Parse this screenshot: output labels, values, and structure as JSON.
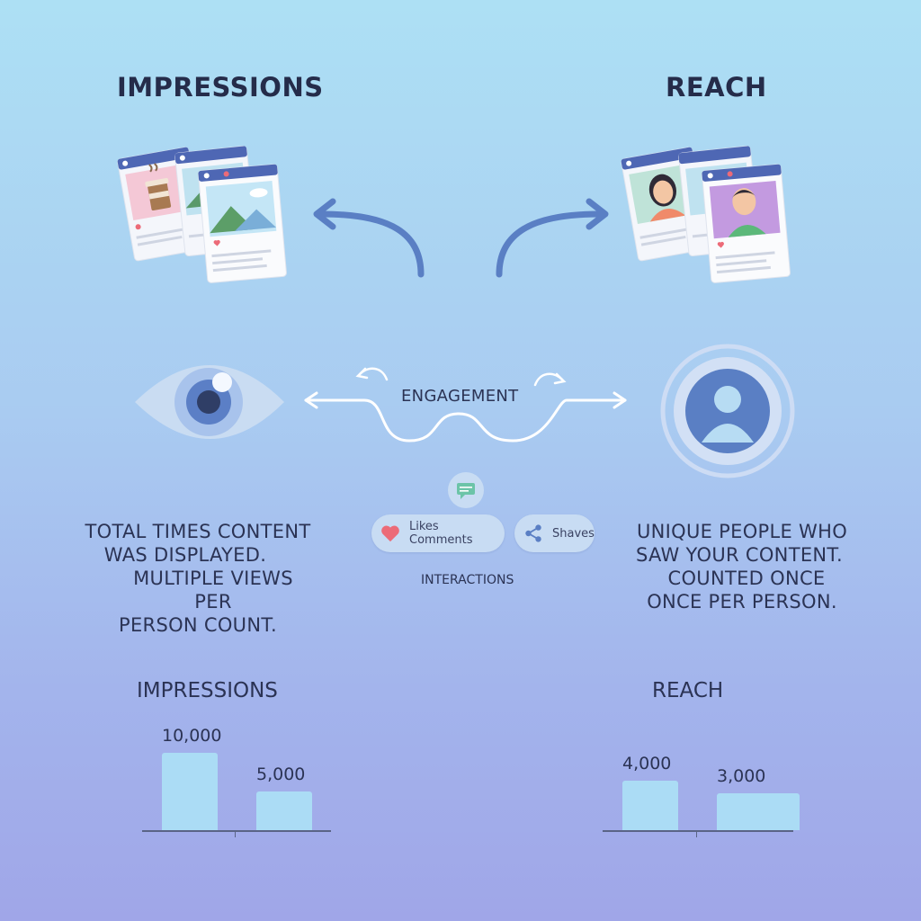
{
  "headings": {
    "impressions": "IMPRESSIONS",
    "reach": "REACH"
  },
  "engagement": {
    "label": "ENGAGEMENT",
    "interactions": "INTERACTIONS"
  },
  "pills": {
    "likes_comments": "Likes Comments",
    "shares": "Shaves"
  },
  "descriptions": {
    "impressions": [
      "TOTAL TIMES CONTENT",
      "WAS DISPLAYED.",
      "MULTIPLE VIEWS PER",
      "PERSON COUNT."
    ],
    "reach": [
      "UNIQUE PEOPLE WHO",
      "SAW YOUR CONTENT.",
      "COUNTED ONCE",
      "ONCE PER PERSON."
    ]
  },
  "colors": {
    "accent_blue": "#5a7fc4",
    "card_header": "#4e67b4",
    "heart": "#ec6b78",
    "bar": "#abdcf5"
  },
  "chart_data": [
    {
      "type": "bar",
      "title": "IMPRESSIONS",
      "values": [
        10000,
        5000
      ],
      "labels": [
        "10,000",
        "5,000"
      ],
      "ylim": [
        0,
        10000
      ]
    },
    {
      "type": "bar",
      "title": "REACH",
      "values": [
        4000,
        3000
      ],
      "labels": [
        "4,000",
        "3,000"
      ],
      "ylim": [
        0,
        10000
      ]
    }
  ]
}
